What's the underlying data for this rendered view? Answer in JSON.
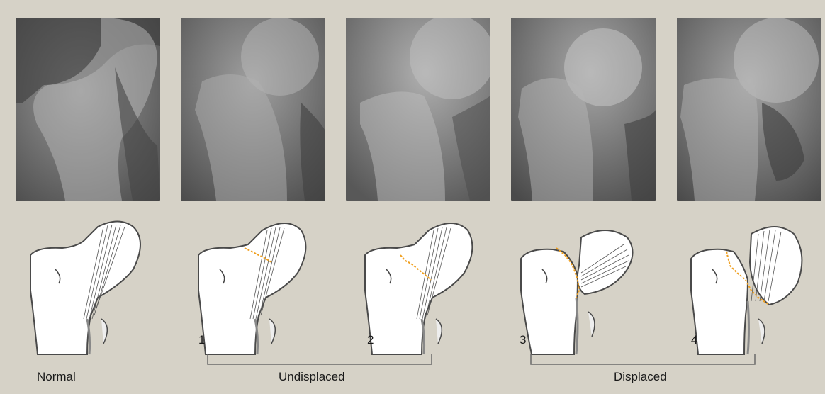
{
  "panels": [
    {
      "id": "normal",
      "number": "",
      "fracture": "none"
    },
    {
      "id": "garden-1",
      "number": "1",
      "fracture": "incomplete"
    },
    {
      "id": "garden-2",
      "number": "2",
      "fracture": "complete"
    },
    {
      "id": "garden-3",
      "number": "3",
      "fracture": "partial-displacement"
    },
    {
      "id": "garden-4",
      "number": "4",
      "fracture": "full-displacement"
    }
  ],
  "labels": {
    "normal": "Normal",
    "undisplaced": "Undisplaced",
    "displaced": "Displaced"
  },
  "colors": {
    "background": "#d6d2c7",
    "fracture_line": "#f0a020",
    "bone_fill": "#ffffff",
    "bone_outline": "#4a4a4a",
    "bracket": "#6a6a6a"
  }
}
